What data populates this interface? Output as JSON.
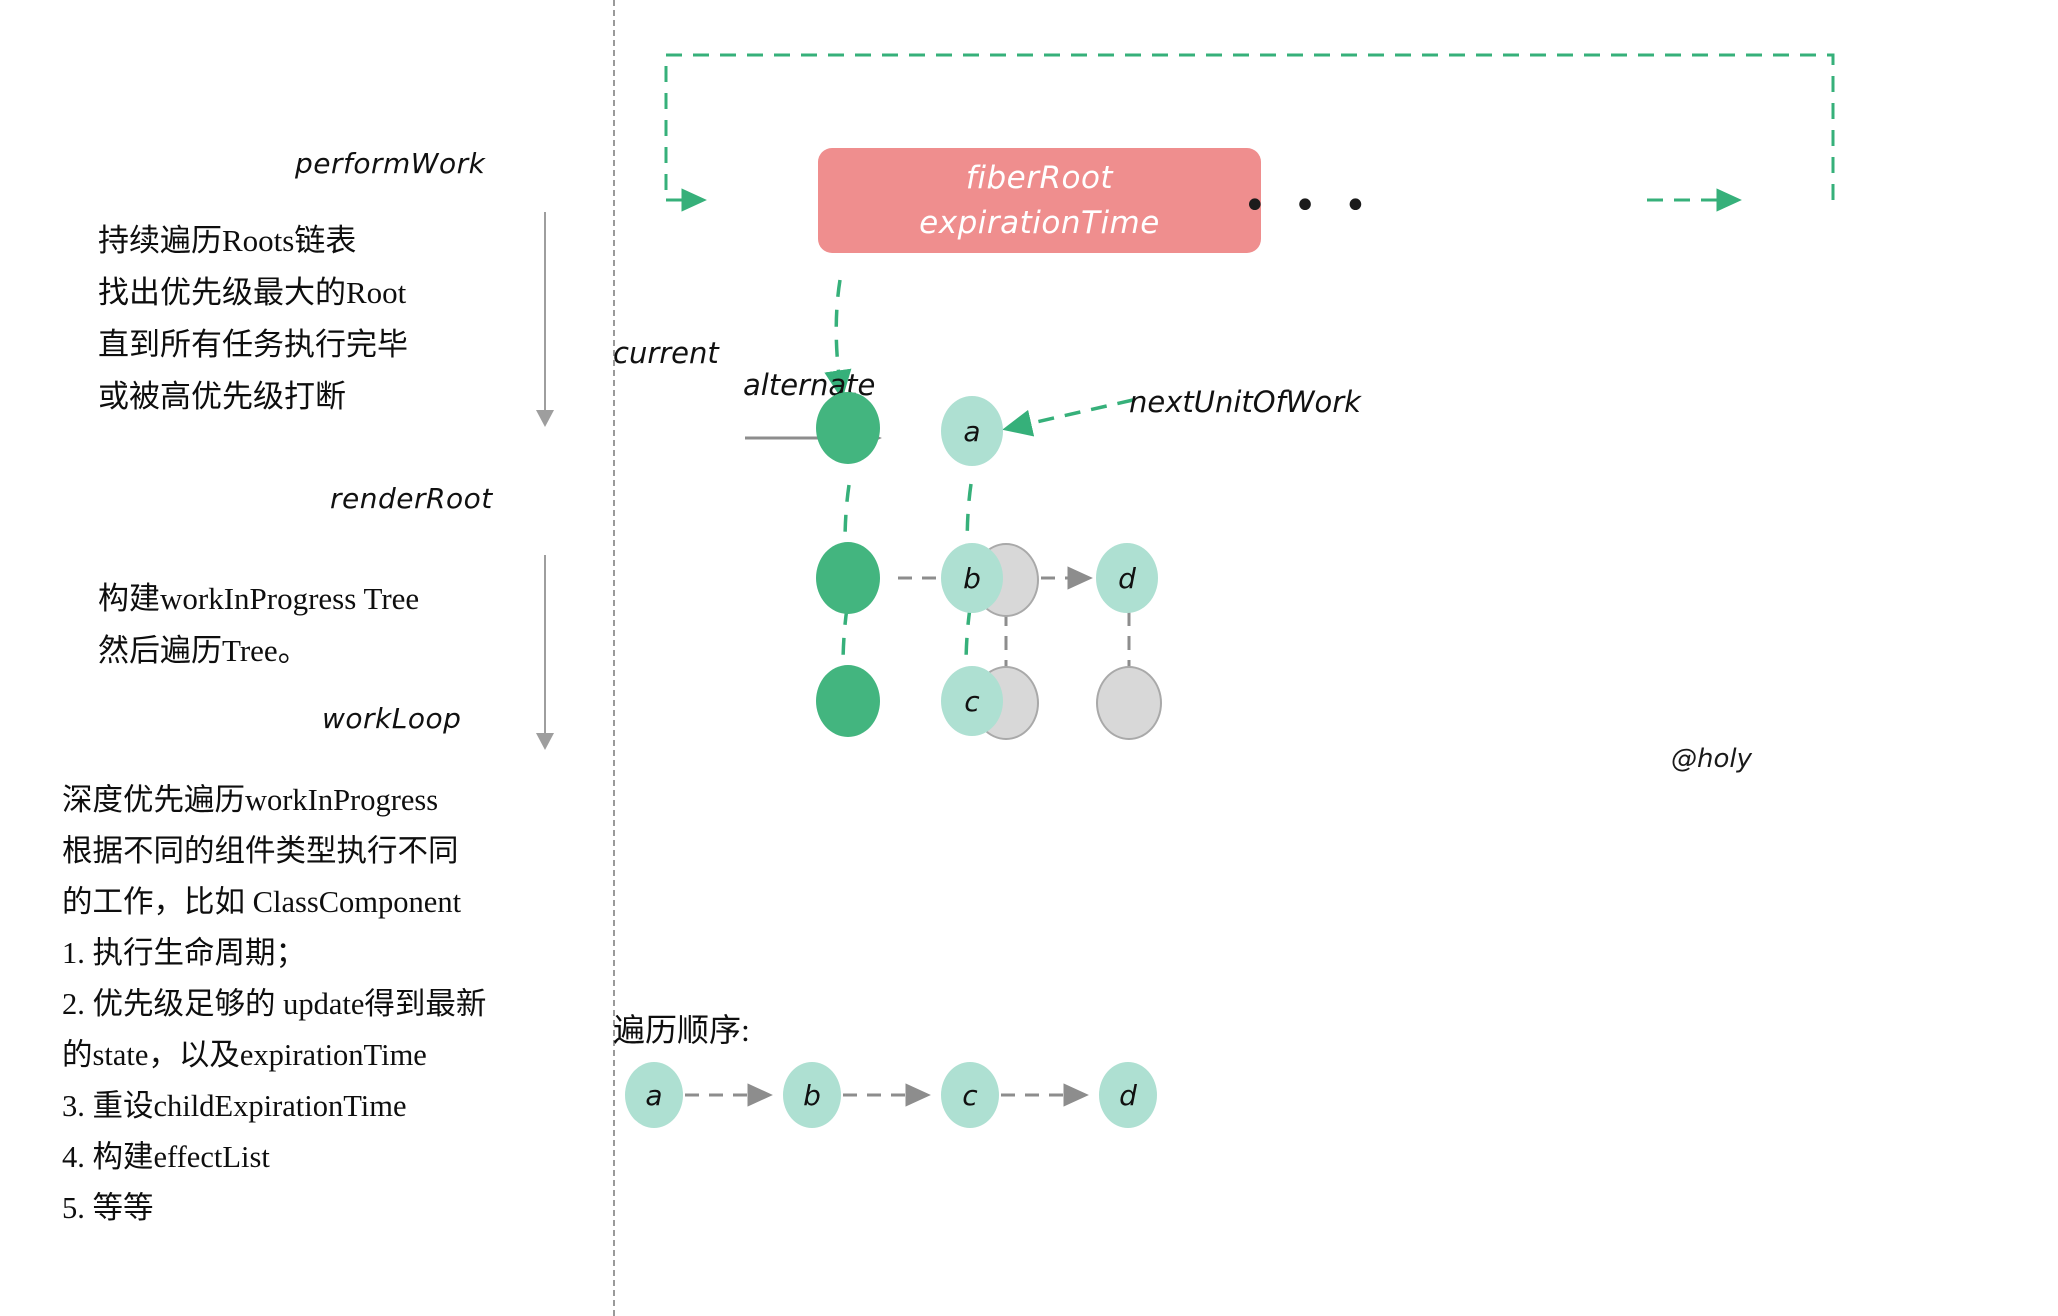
{
  "left": {
    "stages": [
      {
        "name": "performWork",
        "label": "performWork"
      },
      {
        "name": "renderRoot",
        "label": "renderRoot"
      },
      {
        "name": "workLoop",
        "label": "workLoop"
      }
    ],
    "paragraph_1": [
      "持续遍历Roots链表",
      "找出优先级最大的Root",
      "直到所有任务执行完毕",
      "或被高优先级打断"
    ],
    "paragraph_2": [
      "构建workInProgress Tree",
      "然后遍历Tree。"
    ],
    "paragraph_3": [
      "深度优先遍历workInProgress",
      "根据不同的组件类型执行不同",
      "的工作，比如 ClassComponent",
      "1. 执行生命周期；",
      "2. 优先级足够的 update得到最新",
      "的state，以及expirationTime",
      "3. 重设childExpirationTime",
      "4. 构建effectList",
      "5. 等等"
    ]
  },
  "right": {
    "fiber_root": {
      "line1": "fiberRoot",
      "line2": "expirationTime"
    },
    "ellipsis": "• • •",
    "labels": {
      "current": "current",
      "alternate": "alternate",
      "next_unit_of_work": "nextUnitOfWork",
      "signature": "@holy"
    },
    "current_tree_nodes": [
      {
        "id": "current-root",
        "label": "",
        "color": "green"
      },
      {
        "id": "current-child",
        "label": "",
        "color": "green"
      },
      {
        "id": "current-grandchild",
        "label": "",
        "color": "green"
      },
      {
        "id": "current-sibling",
        "label": "",
        "color": "gray"
      },
      {
        "id": "current-sibling-child",
        "label": "",
        "color": "gray"
      }
    ],
    "wip_tree_nodes": [
      {
        "id": "wip-a",
        "label": "a",
        "color": "mint"
      },
      {
        "id": "wip-b",
        "label": "b",
        "color": "mint"
      },
      {
        "id": "wip-c",
        "label": "c",
        "color": "mint"
      },
      {
        "id": "wip-d",
        "label": "d",
        "color": "mint"
      },
      {
        "id": "wip-d-child",
        "label": "",
        "color": "gray"
      }
    ],
    "traversal": {
      "title": "遍历顺序:",
      "sequence": [
        "a",
        "b",
        "c",
        "d"
      ]
    }
  },
  "colors": {
    "fiber_root_bg": "#ef8e8e",
    "green_node": "#43b57f",
    "mint_node": "#aee0d2",
    "gray_node": "#d8d8d8",
    "green_arrow": "#36b07a",
    "gray_arrow": "#8d8d8d",
    "divider": "#9a9a9a"
  }
}
